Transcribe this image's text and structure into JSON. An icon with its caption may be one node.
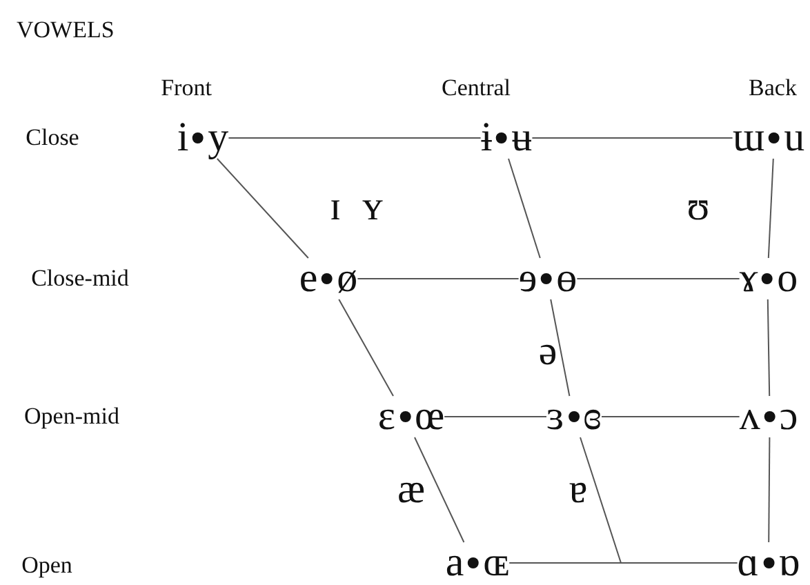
{
  "diagram": {
    "title": "VOWELS",
    "nodes": [
      {
        "text": [
          "i",
          "y"
        ]
      },
      {
        "text": [
          "ɨ",
          "ʉ"
        ]
      },
      {
        "text": [
          "ɯ",
          "u"
        ]
      },
      {
        "text": [
          "e",
          "ø"
        ]
      },
      {
        "text": [
          "ɘ",
          "ɵ"
        ]
      },
      {
        "text": [
          "ɤ",
          "o"
        ]
      },
      {
        "text": [
          "ɛ",
          "œ"
        ]
      },
      {
        "text": [
          "ɜ",
          "ɞ"
        ]
      },
      {
        "text": [
          "ʌ",
          "ɔ"
        ]
      },
      {
        "text": [
          "a",
          "ɶ"
        ]
      },
      {
        "text": [
          "ɑ",
          "ɒ"
        ]
      }
    ],
    "edges": [
      {
        "from": 0,
        "to": 1,
        "arrow": "none"
      },
      {
        "from": 1,
        "to": 2,
        "arrow": "none"
      },
      {
        "from": 0,
        "to": 3,
        "arrow": "none"
      },
      {
        "from": 1,
        "to": 4,
        "arrow": "none"
      },
      {
        "from": 2,
        "to": 5,
        "arrow": "none"
      },
      {
        "from": 3,
        "to": 4,
        "arrow": "none"
      },
      {
        "from": 4,
        "to": 5,
        "arrow": "none"
      },
      {
        "from": 3,
        "to": 6,
        "arrow": "none"
      },
      {
        "from": 4,
        "to": 7,
        "arrow": "none"
      },
      {
        "from": 5,
        "to": 8,
        "arrow": "none"
      },
      {
        "from": 6,
        "to": 7,
        "arrow": "none"
      },
      {
        "from": 7,
        "to": 8,
        "arrow": "none"
      },
      {
        "from": 6,
        "to": 9,
        "arrow": "none"
      },
      {
        "from": 7,
        "to": null,
        "arrow": "none"
      },
      {
        "from": 8,
        "to": 10,
        "arrow": "none"
      },
      {
        "from": 9,
        "to": 10,
        "arrow": "none"
      }
    ],
    "labels": [
      "Front",
      "Central",
      "Back",
      "Close",
      "ɪ",
      "ʏ",
      "ʊ",
      "Close-mid",
      "ə",
      "Open-mid",
      "æ",
      "ɐ",
      "Open"
    ]
  }
}
